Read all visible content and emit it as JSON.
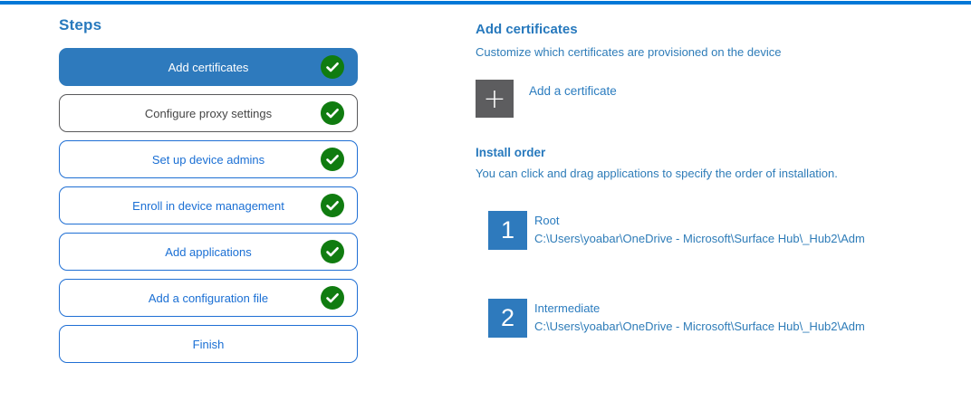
{
  "colors": {
    "topbar_accent": "#0078d7",
    "active_step_bg": "#2e7abd",
    "step_blue_border": "#1f6fd4",
    "step_gray_border": "#59595b",
    "check_green": "#107c10",
    "heading_blue": "#2779bd",
    "body_blue": "#2e7cb8",
    "plus_button_gray": "#5d5d5f",
    "number_badge_bg": "#2e7abd"
  },
  "steps_panel": {
    "title": "Steps",
    "items": [
      {
        "label": "Add certificates",
        "state": "active",
        "checked": true
      },
      {
        "label": "Configure proxy settings",
        "state": "gray",
        "checked": true
      },
      {
        "label": "Set up device admins",
        "state": "blue",
        "checked": true
      },
      {
        "label": "Enroll in device management",
        "state": "blue",
        "checked": true
      },
      {
        "label": "Add applications",
        "state": "blue",
        "checked": true
      },
      {
        "label": "Add a configuration file",
        "state": "blue",
        "checked": true
      },
      {
        "label": "Finish",
        "state": "blue",
        "checked": false
      }
    ]
  },
  "content": {
    "title": "Add certificates",
    "subtitle": "Customize which certificates are provisioned on the device",
    "add_button": {
      "icon": "plus-icon",
      "plus_glyph": "+",
      "label": "Add a certificate"
    },
    "install_order": {
      "title": "Install order",
      "description": "You can click and drag applications to specify the order of installation.",
      "items": [
        {
          "number": "1",
          "name": "Root",
          "path": "C:\\Users\\yoabar\\OneDrive - Microsoft\\Surface Hub\\_Hub2\\Adm"
        },
        {
          "number": "2",
          "name": "Intermediate",
          "path": "C:\\Users\\yoabar\\OneDrive - Microsoft\\Surface Hub\\_Hub2\\Adm"
        }
      ]
    }
  }
}
